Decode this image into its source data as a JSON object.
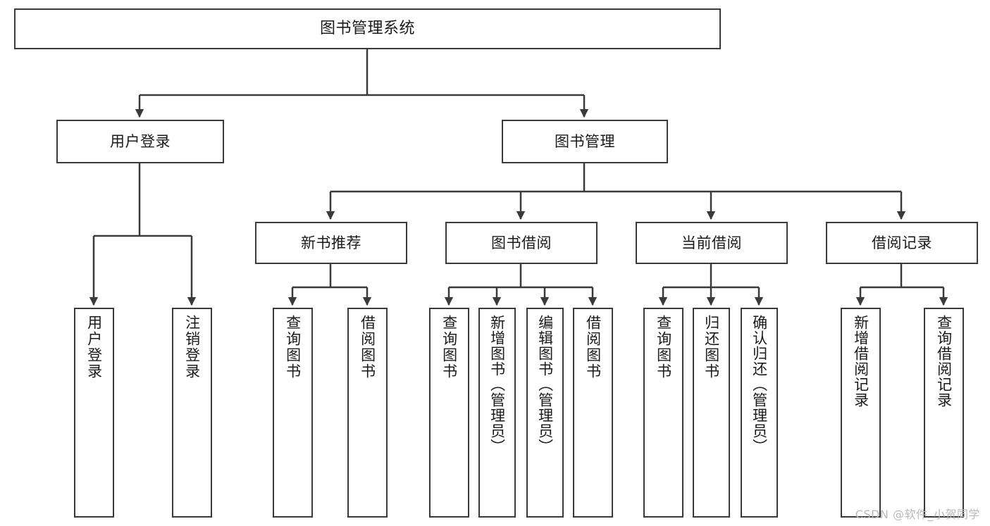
{
  "diagram": {
    "title": "图书管理系统",
    "type": "hierarchy-tree",
    "watermark": "CSDN @软件_小贺同学",
    "colors": {
      "stroke": "#3a3a3a",
      "fill": "#ffffff",
      "text": "#1a1a1a",
      "watermark": "#b9b9b9"
    },
    "nodes": {
      "root": {
        "label": "图书管理系统"
      },
      "level2": [
        {
          "id": "user-login",
          "label": "用户登录"
        },
        {
          "id": "book-manage",
          "label": "图书管理"
        }
      ],
      "level3": [
        {
          "id": "new-book-rec",
          "label": "新书推荐"
        },
        {
          "id": "book-borrow",
          "label": "图书借阅"
        },
        {
          "id": "current-borrow",
          "label": "当前借阅"
        },
        {
          "id": "borrow-record",
          "label": "借阅记录"
        }
      ],
      "leaves": [
        {
          "id": "leaf-user-login",
          "label": "用户登录",
          "parent": "user-login"
        },
        {
          "id": "leaf-logout",
          "label": "注销登录",
          "parent": "user-login"
        },
        {
          "id": "leaf-query-book-1",
          "label": "查询图书",
          "parent": "new-book-rec"
        },
        {
          "id": "leaf-borrow-book-1",
          "label": "借阅图书",
          "parent": "new-book-rec"
        },
        {
          "id": "leaf-query-book-2",
          "label": "查询图书",
          "parent": "book-borrow"
        },
        {
          "id": "leaf-add-book",
          "label": "新增图书（管理员）",
          "parent": "book-borrow"
        },
        {
          "id": "leaf-edit-book",
          "label": "编辑图书（管理员）",
          "parent": "book-borrow"
        },
        {
          "id": "leaf-borrow-book-2",
          "label": "借阅图书",
          "parent": "book-borrow"
        },
        {
          "id": "leaf-query-book-3",
          "label": "查询图书",
          "parent": "current-borrow"
        },
        {
          "id": "leaf-return-book",
          "label": "归还图书",
          "parent": "current-borrow"
        },
        {
          "id": "leaf-confirm-return",
          "label": "确认归还（管理员）",
          "parent": "current-borrow"
        },
        {
          "id": "leaf-add-record",
          "label": "新增借阅记录",
          "parent": "borrow-record"
        },
        {
          "id": "leaf-query-record",
          "label": "查询借阅记录",
          "parent": "borrow-record"
        }
      ]
    }
  }
}
